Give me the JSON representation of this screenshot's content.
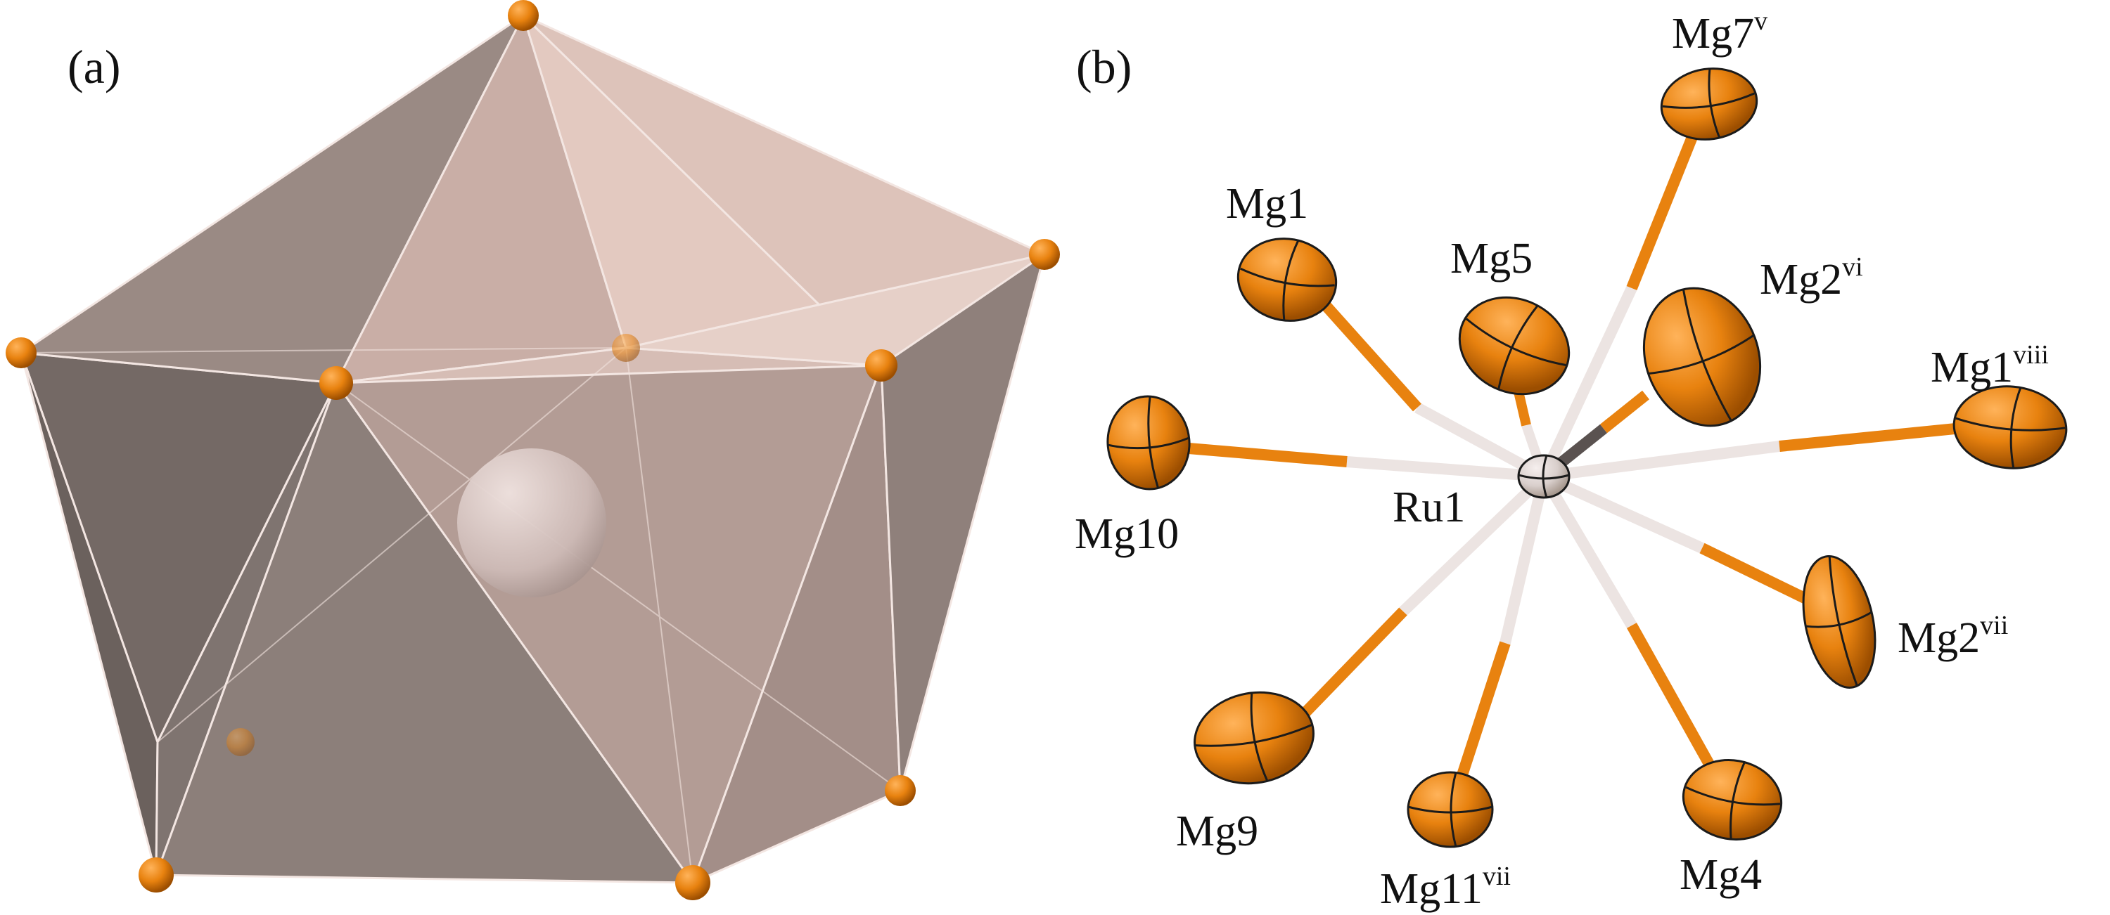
{
  "panel_a": {
    "label": "(a)"
  },
  "panel_b": {
    "label": "(b)",
    "center_atom": "Ru1",
    "atoms": [
      {
        "id": "mg7",
        "name": "Mg7",
        "sup": "v"
      },
      {
        "id": "mg1",
        "name": "Mg1",
        "sup": ""
      },
      {
        "id": "mg5",
        "name": "Mg5",
        "sup": ""
      },
      {
        "id": "mg2vi",
        "name": "Mg2",
        "sup": "vi"
      },
      {
        "id": "mg1viii",
        "name": "Mg1",
        "sup": "viii"
      },
      {
        "id": "mg10",
        "name": "Mg10",
        "sup": ""
      },
      {
        "id": "mg2vii",
        "name": "Mg2",
        "sup": "vii"
      },
      {
        "id": "mg9",
        "name": "Mg9",
        "sup": ""
      },
      {
        "id": "mg11vii",
        "name": "Mg11",
        "sup": "vii"
      },
      {
        "id": "mg4",
        "name": "Mg4",
        "sup": ""
      }
    ]
  },
  "colors": {
    "mg_atom": "#e8820f",
    "ru_atom": "#d9cfcc",
    "polyhedron_dark": "#7c706c",
    "polyhedron_light": "#e9cfc6",
    "bond_light": "#ece4e2"
  }
}
